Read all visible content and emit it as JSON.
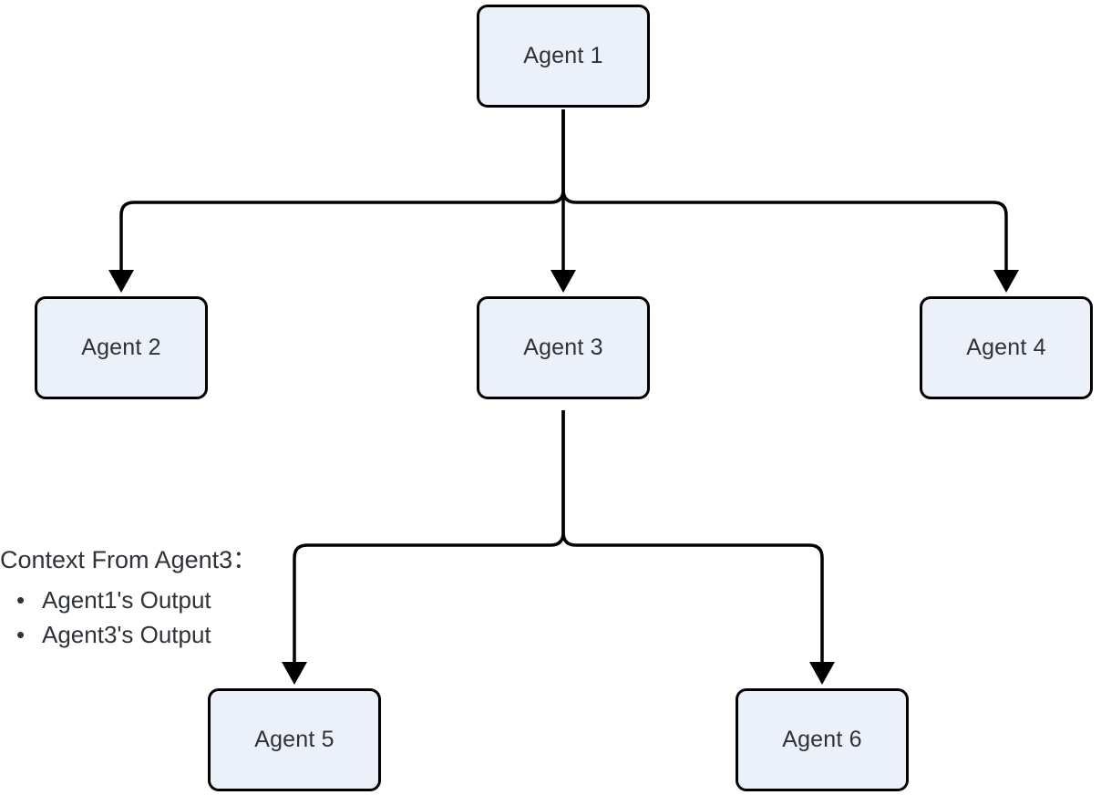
{
  "diagram": {
    "type": "flowchart",
    "background": "#FFFFFF",
    "nodes": [
      {
        "id": "agent1",
        "label": "Agent 1"
      },
      {
        "id": "agent2",
        "label": "Agent 2"
      },
      {
        "id": "agent3",
        "label": "Agent 3"
      },
      {
        "id": "agent4",
        "label": "Agent 4"
      },
      {
        "id": "agent5",
        "label": "Agent 5"
      },
      {
        "id": "agent6",
        "label": "Agent 6"
      }
    ],
    "edges": [
      {
        "from": "agent1",
        "to": "agent2"
      },
      {
        "from": "agent1",
        "to": "agent3"
      },
      {
        "from": "agent1",
        "to": "agent4"
      },
      {
        "from": "agent3",
        "to": "agent5"
      },
      {
        "from": "agent3",
        "to": "agent6"
      }
    ],
    "annotation": {
      "title": "Context From Agent3：",
      "items": [
        "Agent1's Output",
        "Agent3's Output"
      ]
    },
    "colors": {
      "node_fill": "#ECF0F9",
      "node_border": "#000000",
      "edge": "#000000",
      "text": "#2F3337"
    }
  }
}
